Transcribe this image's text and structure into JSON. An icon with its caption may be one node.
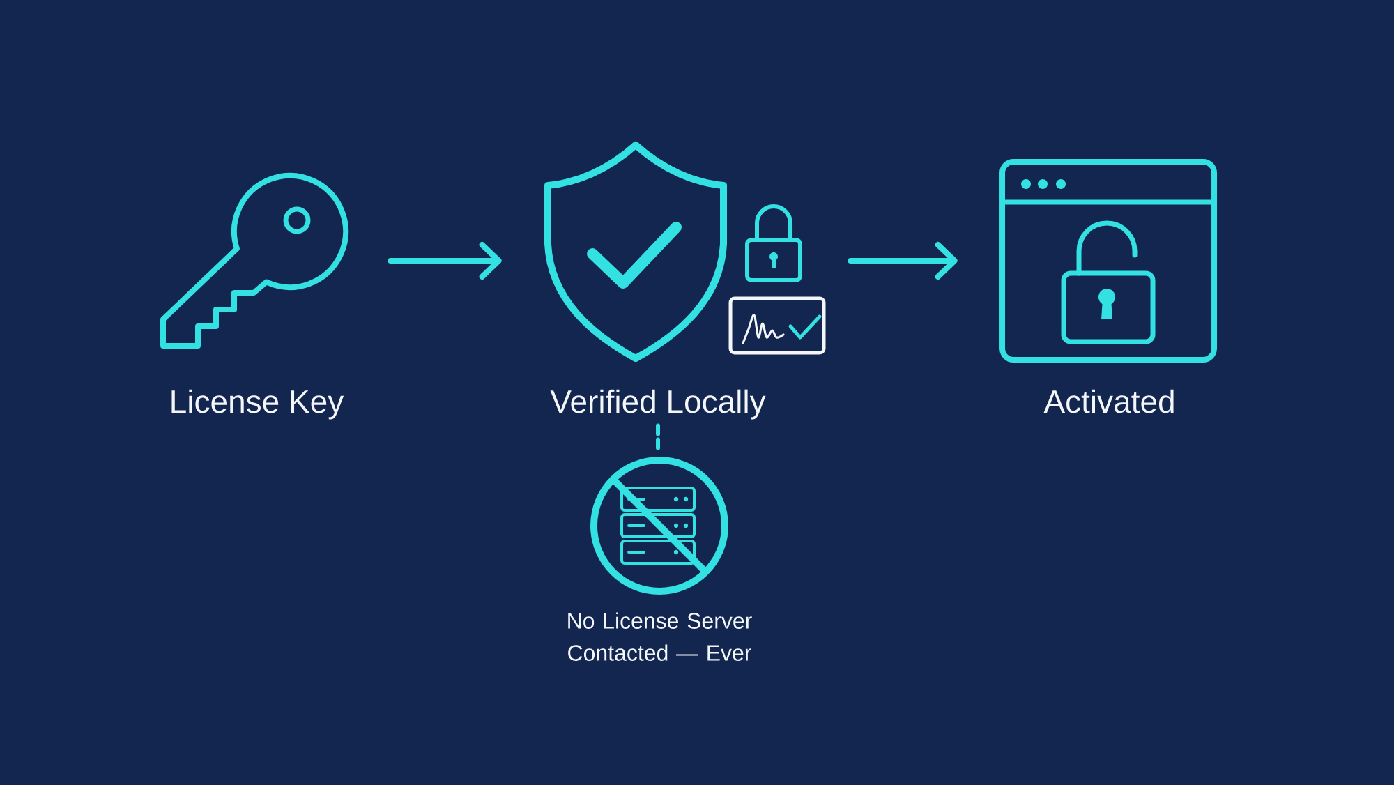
{
  "diagram": {
    "nodes": [
      {
        "text": [
          "License Key"
        ]
      },
      {
        "text": [
          "Verified Locally"
        ]
      },
      {
        "text": [
          "Activated"
        ]
      },
      {
        "text": [
          "No License Server Contacted — Ever"
        ]
      }
    ],
    "edges": [
      {
        "from": 0,
        "to": 1,
        "arrow": "to"
      },
      {
        "from": 1,
        "to": 2,
        "arrow": "to"
      },
      {
        "from": 1,
        "to": 3,
        "arrow": "none",
        "style": "dashed"
      }
    ]
  }
}
